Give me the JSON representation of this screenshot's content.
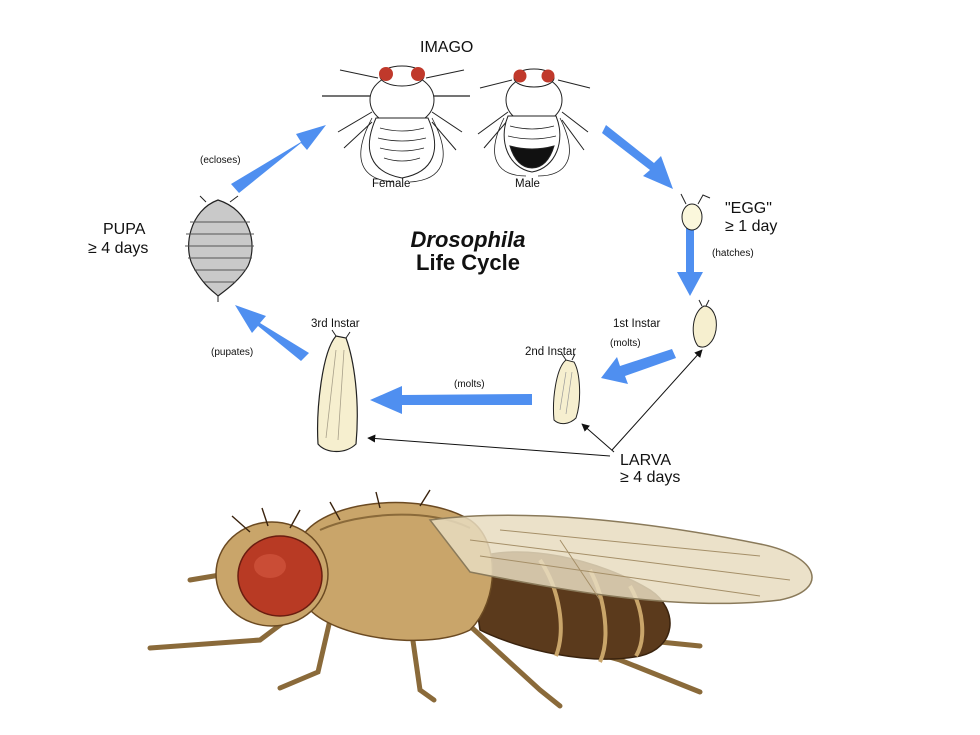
{
  "diagram": {
    "title_italic": "Drosophila",
    "title_rest": "Life Cycle",
    "stages": {
      "imago": "IMAGO",
      "female": "Female",
      "male": "Male",
      "egg": "\"EGG\"",
      "egg_duration": "≥ 1 day",
      "pupa": "PUPA",
      "pupa_duration": "≥ 4 days",
      "larva": "LARVA",
      "larva_duration": "≥ 4 days",
      "instar1": "1st Instar",
      "instar2": "2nd Instar",
      "instar3": "3rd Instar"
    },
    "transitions": {
      "ecloses": "(ecloses)",
      "hatches": "(hatches)",
      "molts_1": "(molts)",
      "molts_2": "(molts)",
      "pupates": "(pupates)"
    },
    "colors": {
      "arrow": "#4f8ff0",
      "eye": "#c0392b",
      "larva_fill": "#f6efcf",
      "pupa_fill": "#c9c9c9",
      "fly_body": "#c9a56a",
      "fly_abdomen": "#5b3a1c"
    }
  }
}
